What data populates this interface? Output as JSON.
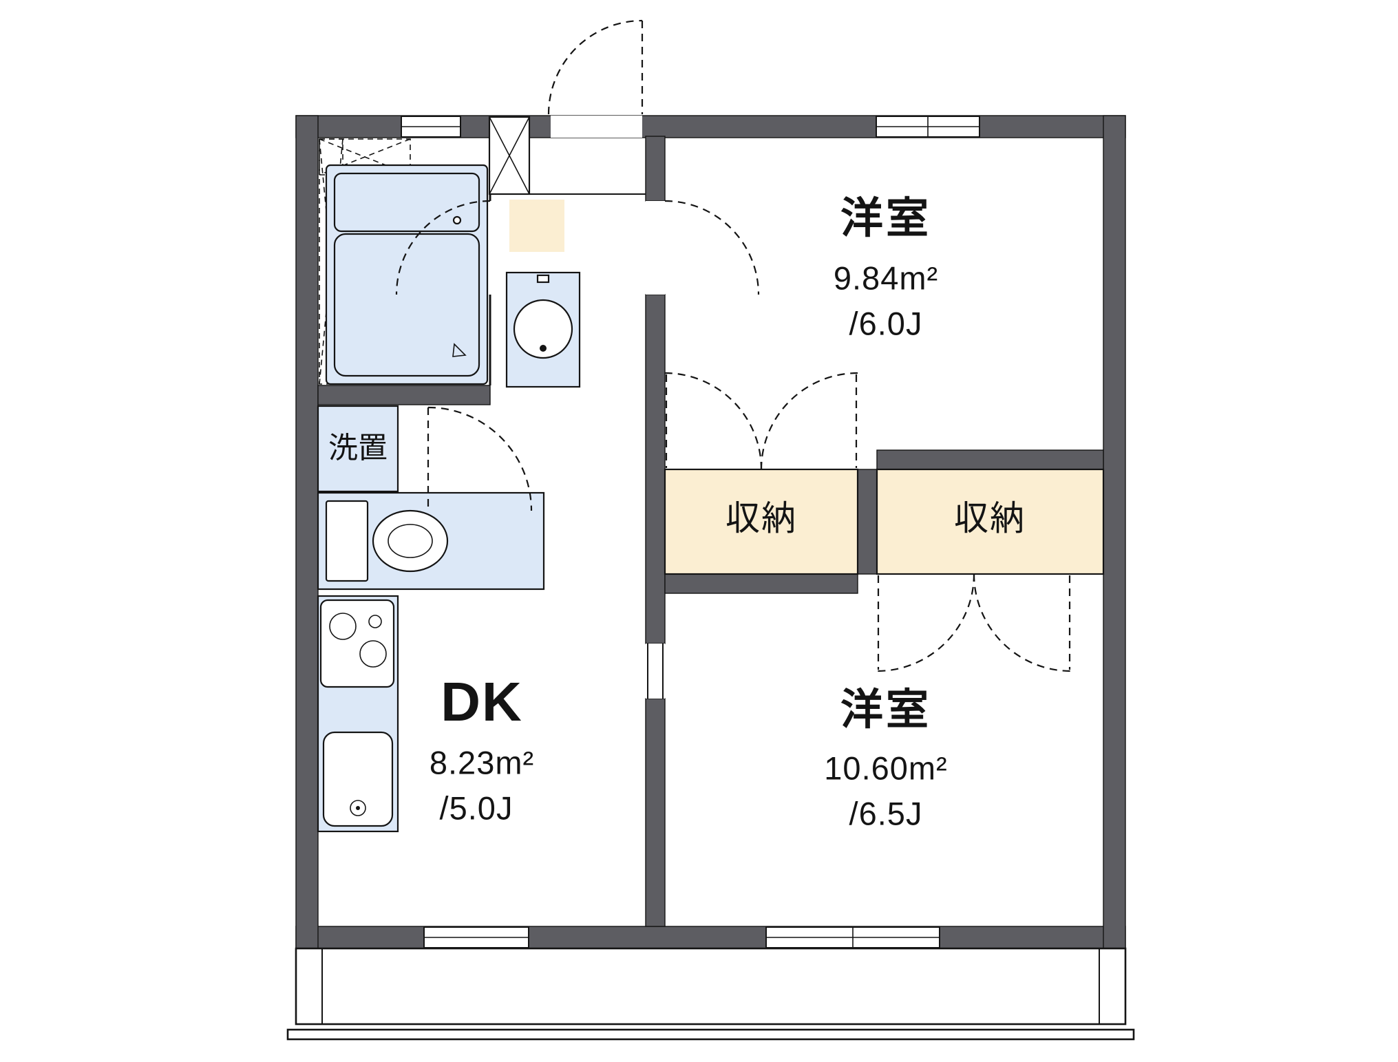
{
  "colors": {
    "wall": "#5d5d62",
    "fixture_fill": "#dce8f7",
    "closet_fill": "#fbeed2",
    "line": "#141414",
    "background": "#ffffff"
  },
  "rooms": {
    "western_top": {
      "label": "洋室",
      "area": "9.84m²",
      "tatami": "/6.0J"
    },
    "western_bottom": {
      "label": "洋室",
      "area": "10.60m²",
      "tatami": "/6.5J"
    },
    "dk": {
      "label": "DK",
      "area": "8.23m²",
      "tatami": "/5.0J"
    },
    "closet_left": {
      "label": "収納"
    },
    "closet_right": {
      "label": "収納"
    },
    "laundry": {
      "label": "洗置"
    }
  }
}
